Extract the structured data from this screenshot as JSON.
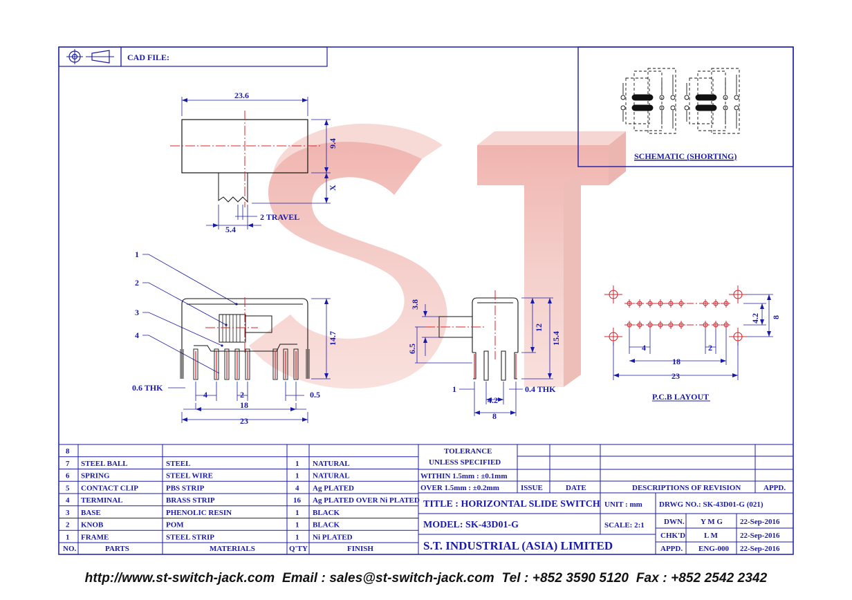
{
  "header": {
    "cad_label": "CAD FILE:"
  },
  "schematic": {
    "label": "SCHEMATIC (SHORTING)"
  },
  "pcb": {
    "label": "P.C.B LAYOUT",
    "dim_4": "4",
    "dim_2": "2",
    "dim_18": "18",
    "dim_23": "23",
    "dim_42": "4.2",
    "dim_8": "8"
  },
  "top_view": {
    "dim_width": "23.6",
    "dim_height": "9.4",
    "dim_x": "X",
    "dim_knob": "5.4",
    "travel": "2 TRAVEL"
  },
  "front_view": {
    "callouts": [
      "1",
      "2",
      "3",
      "4"
    ],
    "thk": "0.6 THK",
    "dim_4": "4",
    "dim_2": "2",
    "dim_05": "0.5",
    "dim_18": "18",
    "dim_23": "23",
    "dim_147": "14.7"
  },
  "side_view": {
    "dim_38": "3.8",
    "dim_65": "6.5",
    "dim_12": "12",
    "dim_154": "15.4",
    "dim_1": "1",
    "dim_42": "4.2",
    "thk": "0.4 THK",
    "dim_8": "8"
  },
  "watermark": {
    "text": "ST",
    "color": "#e8a4a0"
  },
  "bom": {
    "rows": [
      {
        "no": "8",
        "part": "",
        "material": "",
        "qty": "",
        "finish": ""
      },
      {
        "no": "7",
        "part": "STEEL BALL",
        "material": "STEEL",
        "qty": "1",
        "finish": "NATURAL"
      },
      {
        "no": "6",
        "part": "SPRING",
        "material": "STEEL WIRE",
        "qty": "1",
        "finish": "NATURAL"
      },
      {
        "no": "5",
        "part": "CONTACT CLIP",
        "material": "PBS STRIP",
        "qty": "4",
        "finish": "Ag PLATED"
      },
      {
        "no": "4",
        "part": "TERMINAL",
        "material": "BRASS STRIP",
        "qty": "16",
        "finish": "Ag PLATED OVER Ni PLATED"
      },
      {
        "no": "3",
        "part": "BASE",
        "material": "PHENOLIC RESIN",
        "qty": "1",
        "finish": "BLACK"
      },
      {
        "no": "2",
        "part": "KNOB",
        "material": "POM",
        "qty": "1",
        "finish": "BLACK"
      },
      {
        "no": "1",
        "part": "FRAME",
        "material": "STEEL STRIP",
        "qty": "1",
        "finish": "Ni PLATED"
      }
    ],
    "headers": {
      "no": "NO.",
      "parts": "PARTS",
      "materials": "MATERIALS",
      "qty": "Q'TY",
      "finish": "FINISH"
    }
  },
  "title_block": {
    "tolerance_title": "TOLERANCE",
    "tolerance_sub": "UNLESS  SPECIFIED",
    "within": "WITHIN 1.5mm : ±0.1mm",
    "over": "OVER 1.5mm : ±0.2mm",
    "issue": "ISSUE",
    "date": "DATE",
    "descriptions": "DESCRIPTIONS OF REVISION",
    "appd": "APPD.",
    "title": "TITLE :  HORIZONTAL SLIDE SWITCH",
    "unit": "UNIT :   mm",
    "drwg_no": "DRWG NO.: SK-43D01-G (021)",
    "model": "MODEL:  SK-43D01-G",
    "scale": "SCALE:  2:1",
    "dwn_label": "DWN.",
    "dwn_name": "Y M G",
    "dwn_date": "22-Sep-2016",
    "chkd_label": "CHK'D",
    "chkd_name": "L M",
    "chkd_date": "22-Sep-2016",
    "appd_label": "APPD.",
    "appd_name": "ENG-000",
    "appd_date": "22-Sep-2016",
    "company": "S.T.  INDUSTRIAL  (ASIA)  LIMITED"
  },
  "footer": {
    "text": "http://www.st-switch-jack.com  Email : sales@st-switch-jack.com  Tel : +852 3590 5120  Fax : +852 2542 2342"
  }
}
